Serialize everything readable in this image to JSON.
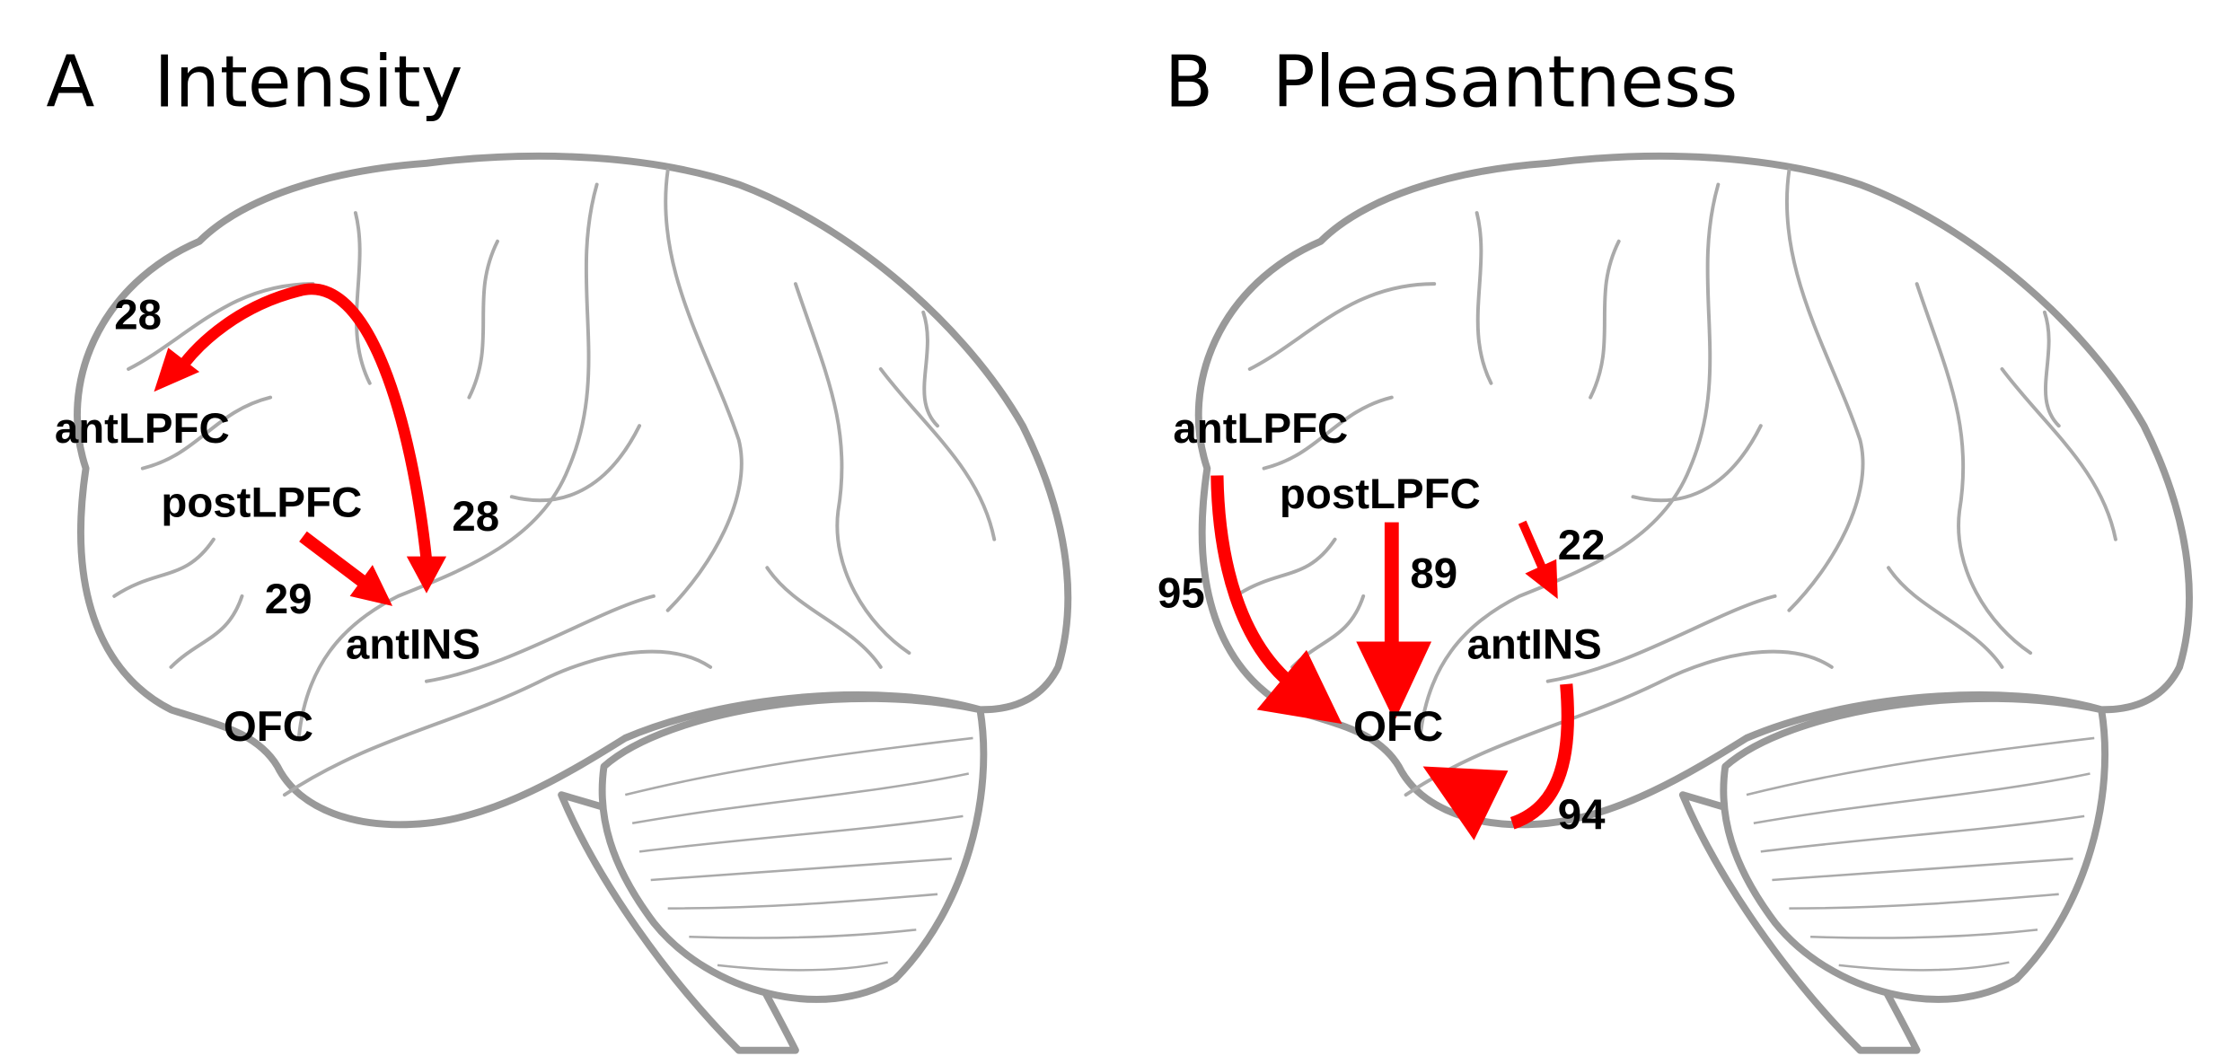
{
  "panels": [
    {
      "letter": "A",
      "title": "Intensity",
      "regions": {
        "antLPFC": "antLPFC",
        "postLPFC": "postLPFC",
        "antINS": "antINS",
        "OFC": "OFC"
      },
      "connections": [
        {
          "from": "antINS",
          "to": "antLPFC",
          "value": "28"
        },
        {
          "from": "antLPFC",
          "to": "antINS",
          "value": "28"
        },
        {
          "from": "postLPFC",
          "to": "antINS",
          "value": "29"
        }
      ]
    },
    {
      "letter": "B",
      "title": "Pleasantness",
      "regions": {
        "antLPFC": "antLPFC",
        "postLPFC": "postLPFC",
        "antINS": "antINS",
        "OFC": "OFC"
      },
      "connections": [
        {
          "from": "antLPFC",
          "to": "OFC",
          "value": "95"
        },
        {
          "from": "postLPFC",
          "to": "OFC",
          "value": "89"
        },
        {
          "from": "postLPFC",
          "to": "antINS",
          "value": "22"
        },
        {
          "from": "antINS",
          "to": "OFC",
          "value": "94"
        }
      ]
    }
  ],
  "colors": {
    "arrow": "#ff0000",
    "brain_outline": "#999999"
  }
}
